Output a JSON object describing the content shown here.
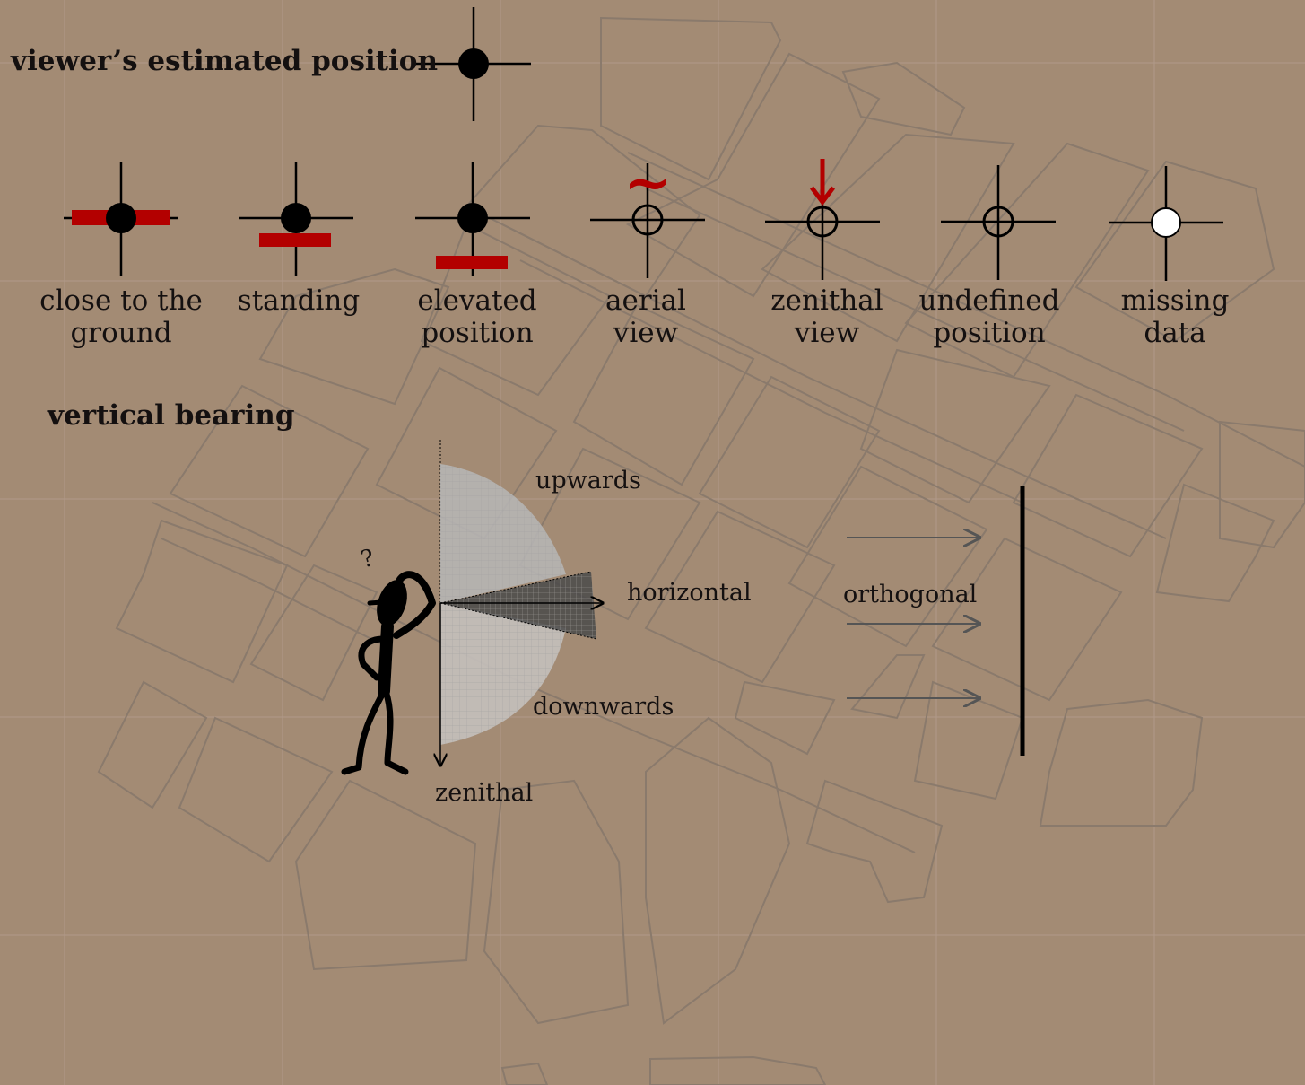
{
  "colors": {
    "background": "#a38b74",
    "map_lines": "#8a7a6c",
    "ink": "#000000",
    "accent_red": "#b30000",
    "arrow_grey": "#555555"
  },
  "heading_position": "viewer’s estimated position",
  "heading_bearing": "vertical bearing",
  "symbols": [
    {
      "id": "close",
      "line1": "close to the",
      "line2": "ground",
      "marker": "filled",
      "indicator": "bar-center"
    },
    {
      "id": "standing",
      "line1": "standing",
      "line2": "",
      "marker": "filled",
      "indicator": "bar-below"
    },
    {
      "id": "elevated",
      "line1": "elevated",
      "line2": "position",
      "marker": "filled",
      "indicator": "bar-far-below"
    },
    {
      "id": "aerial",
      "line1": "aerial",
      "line2": "view",
      "marker": "ring",
      "indicator": "tilde"
    },
    {
      "id": "zenithal",
      "line1": "zenithal",
      "line2": "view",
      "marker": "ring",
      "indicator": "arrow-down"
    },
    {
      "id": "undefined",
      "line1": "undefined",
      "line2": "position",
      "marker": "ring",
      "indicator": "none"
    },
    {
      "id": "missing",
      "line1": "missing",
      "line2": "data",
      "marker": "white-circle",
      "indicator": "none"
    }
  ],
  "bearing_labels": {
    "upwards": "upwards",
    "horizontal": "horizontal",
    "downwards": "downwards",
    "zenithal": "zenithal",
    "orthogonal": "orthogonal"
  },
  "figure_question": "?",
  "tilde_glyph": "~"
}
